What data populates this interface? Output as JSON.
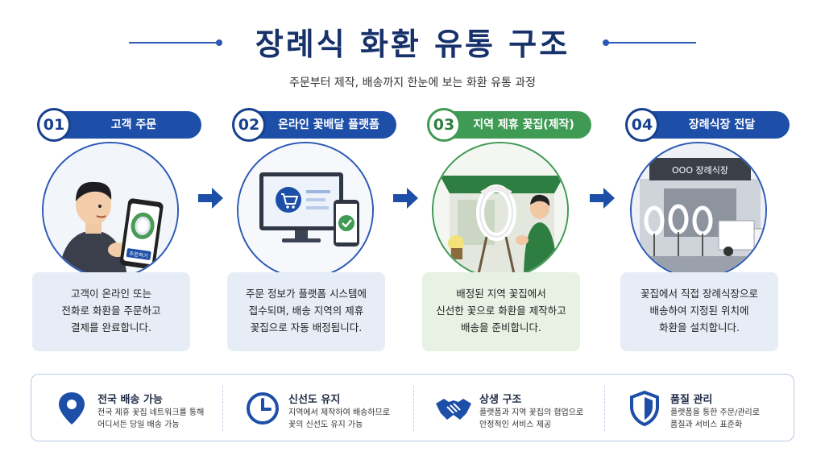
{
  "header": {
    "title": "장례식 화환 유통 구조",
    "subtitle": "주문부터 제작, 배송까지 한눈에 보는 화환 유통 과정"
  },
  "steps": [
    {
      "num": "01",
      "label": "고객 주문",
      "color": "#1d4fa8",
      "phone_button": "주문하기",
      "desc": [
        "고객이 온라인 또는",
        "전화로 화환을 주문하고",
        "결제를 완료합니다."
      ]
    },
    {
      "num": "02",
      "label": "온라인 꽃배달 플랫폼",
      "color": "#1d4fa8",
      "desc": [
        "주문 정보가 플랫폼 시스템에",
        "접수되며, 배송 지역의 제휴",
        "꽃집으로 자동 배정됩니다."
      ]
    },
    {
      "num": "03",
      "label": "지역 제휴 꽃집(제작)",
      "color": "#3f9a54",
      "desc": [
        "배정된 지역 꽃집에서",
        "신선한 꽃으로 화환을 제작하고",
        "배송을 준비합니다."
      ]
    },
    {
      "num": "04",
      "label": "장례식장 전달",
      "color": "#1d4fa8",
      "building_sign": "OOO 장례식장",
      "desc": [
        "꽃집에서 직접 장례식장으로",
        "배송하여 지정된 위치에",
        "화환을 설치합니다."
      ]
    }
  ],
  "features": [
    {
      "icon": "location-pin-icon",
      "title": "전국 배송 가능",
      "desc": [
        "전국 제휴 꽃집 네트워크를 통해",
        "어디서든 당일 배송 가능"
      ]
    },
    {
      "icon": "clock-icon",
      "title": "신선도 유지",
      "desc": [
        "지역에서 제작하여 배송하므로",
        "꽃의 신선도 유지 가능"
      ]
    },
    {
      "icon": "handshake-icon",
      "title": "상생 구조",
      "desc": [
        "플랫폼과 지역 꽃집의 협업으로",
        "안정적인 서비스 제공"
      ]
    },
    {
      "icon": "shield-icon",
      "title": "품질 관리",
      "desc": [
        "플랫폼을 통한 주문/관리로",
        "품질과 서비스 표준화"
      ]
    }
  ],
  "colors": {
    "primary": "#1d4fa8",
    "green": "#3f9a54",
    "navy": "#17326b"
  }
}
